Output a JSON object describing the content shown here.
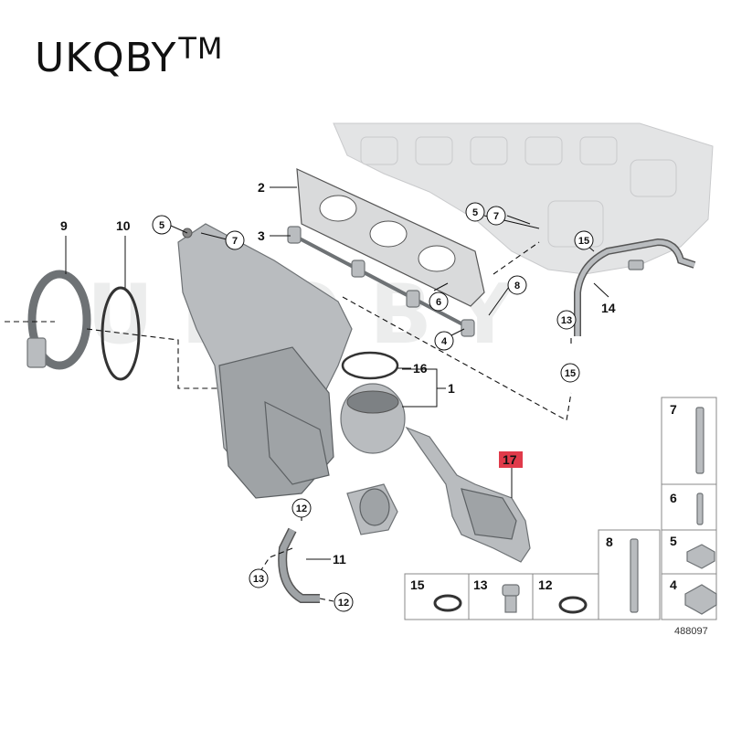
{
  "brand": {
    "name": "UKQBY",
    "mark": "TM"
  },
  "watermark": "UKQBY",
  "figure_number": "488097",
  "highlight_color": "#e03a4a",
  "callouts": {
    "c1": "1",
    "c2": "2",
    "c3": "3",
    "c4": "4",
    "c5a": "5",
    "c5b": "5",
    "c6": "6",
    "c7a": "7",
    "c7b": "7",
    "c8": "8",
    "c9": "9",
    "c10": "10",
    "c11": "11",
    "c12a": "12",
    "c12b": "12",
    "c13a": "13",
    "c13b": "13",
    "c14": "14",
    "c15a": "15",
    "c15b": "15",
    "c16": "16",
    "c17": "17"
  },
  "parts_table": {
    "cells": {
      "t7": "7",
      "t6": "6",
      "t8": "8",
      "t5": "5",
      "t4": "4",
      "t15": "15",
      "t13": "13",
      "t12": "12"
    }
  }
}
